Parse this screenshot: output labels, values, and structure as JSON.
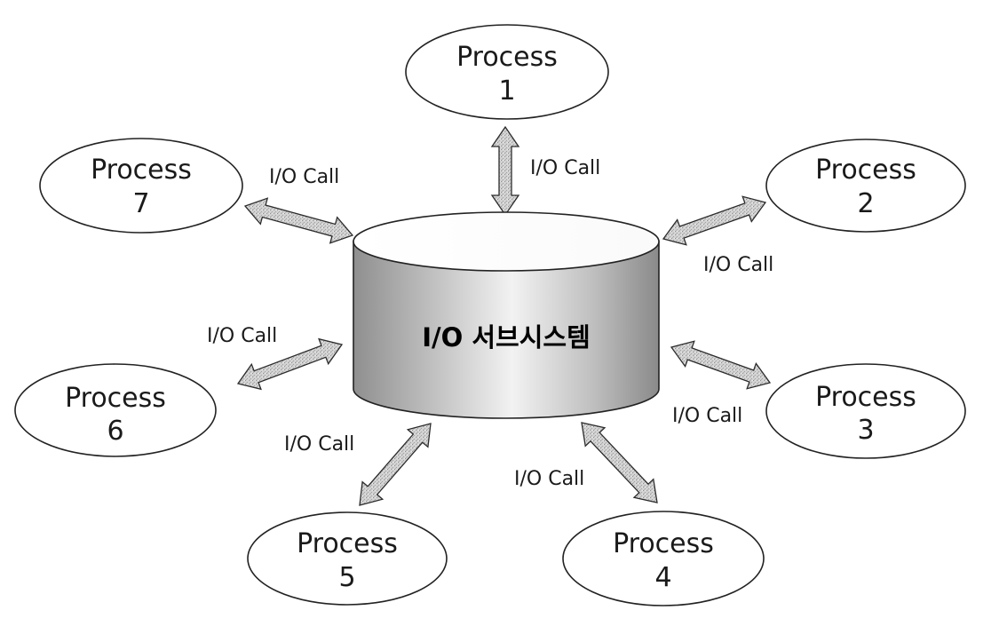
{
  "center": {
    "label": "I/O 서브시스템"
  },
  "processes": [
    {
      "id": "1",
      "line1": "Process",
      "line2": "1"
    },
    {
      "id": "2",
      "line1": "Process",
      "line2": "2"
    },
    {
      "id": "3",
      "line1": "Process",
      "line2": "3"
    },
    {
      "id": "4",
      "line1": "Process",
      "line2": "4"
    },
    {
      "id": "5",
      "line1": "Process",
      "line2": "5"
    },
    {
      "id": "6",
      "line1": "Process",
      "line2": "6"
    },
    {
      "id": "7",
      "line1": "Process",
      "line2": "7"
    }
  ],
  "calls": [
    {
      "label": "I/O Call"
    },
    {
      "label": "I/O Call"
    },
    {
      "label": "I/O Call"
    },
    {
      "label": "I/O Call"
    },
    {
      "label": "I/O Call"
    },
    {
      "label": "I/O Call"
    },
    {
      "label": "I/O Call"
    }
  ]
}
